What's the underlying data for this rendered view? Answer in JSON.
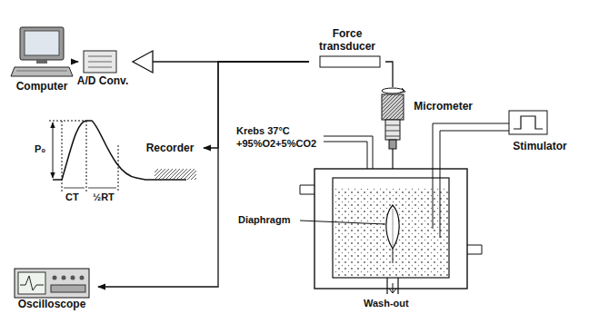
{
  "diagram": {
    "nodes": [
      {
        "text": [
          "Computer"
        ]
      },
      {
        "text": [
          "A/D Conv."
        ]
      },
      {
        "text": [
          "Force transducer"
        ]
      },
      {
        "text": [
          "Micrometer"
        ]
      },
      {
        "text": [
          "Stimulator"
        ]
      },
      {
        "text": [
          "Recorder"
        ]
      },
      {
        "text": [
          "Oscilloscope"
        ]
      }
    ],
    "edges": [
      {
        "from": 1,
        "to": 0,
        "arrow": "to"
      },
      {
        "from": 2,
        "to": 1,
        "arrow": "to"
      },
      {
        "from": 2,
        "to": 5,
        "arrow": "to"
      },
      {
        "from": 2,
        "to": 6,
        "arrow": "to"
      },
      {
        "from": 2,
        "to": 3,
        "arrow": "none"
      }
    ],
    "labels": [
      "Krebs 37°C",
      "+95%O2+5%CO2",
      "P₀",
      "CT",
      "½RT",
      "Diaphragm",
      "Wash-out"
    ]
  }
}
